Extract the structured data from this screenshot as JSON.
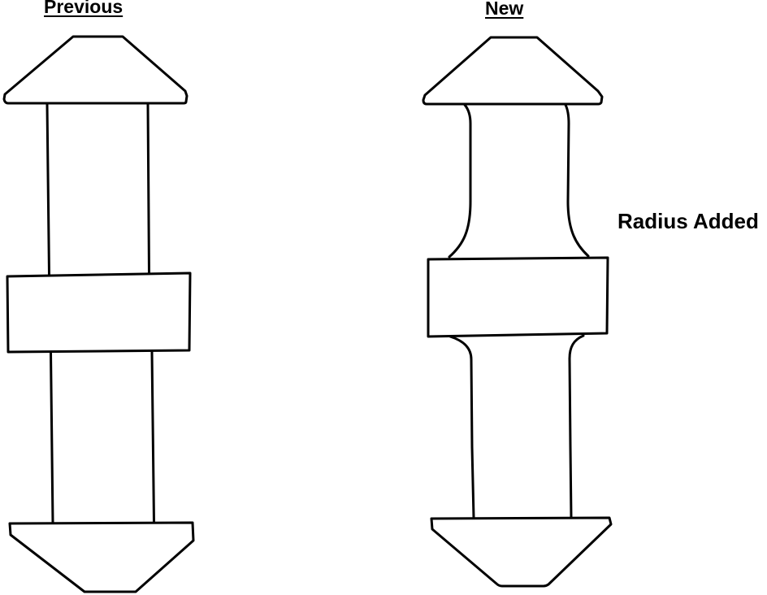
{
  "labels": {
    "previous": "Previous",
    "new": "New",
    "annotation": "Radius Added"
  },
  "style": {
    "line_color": "#000000",
    "background": "#ffffff"
  },
  "diagram": {
    "type": "technical-comparison-drawing",
    "left_figure": "previous part with sharp shoulder-to-flange corners",
    "right_figure": "new part with filleted (radiused) shoulder-to-flange transitions"
  }
}
